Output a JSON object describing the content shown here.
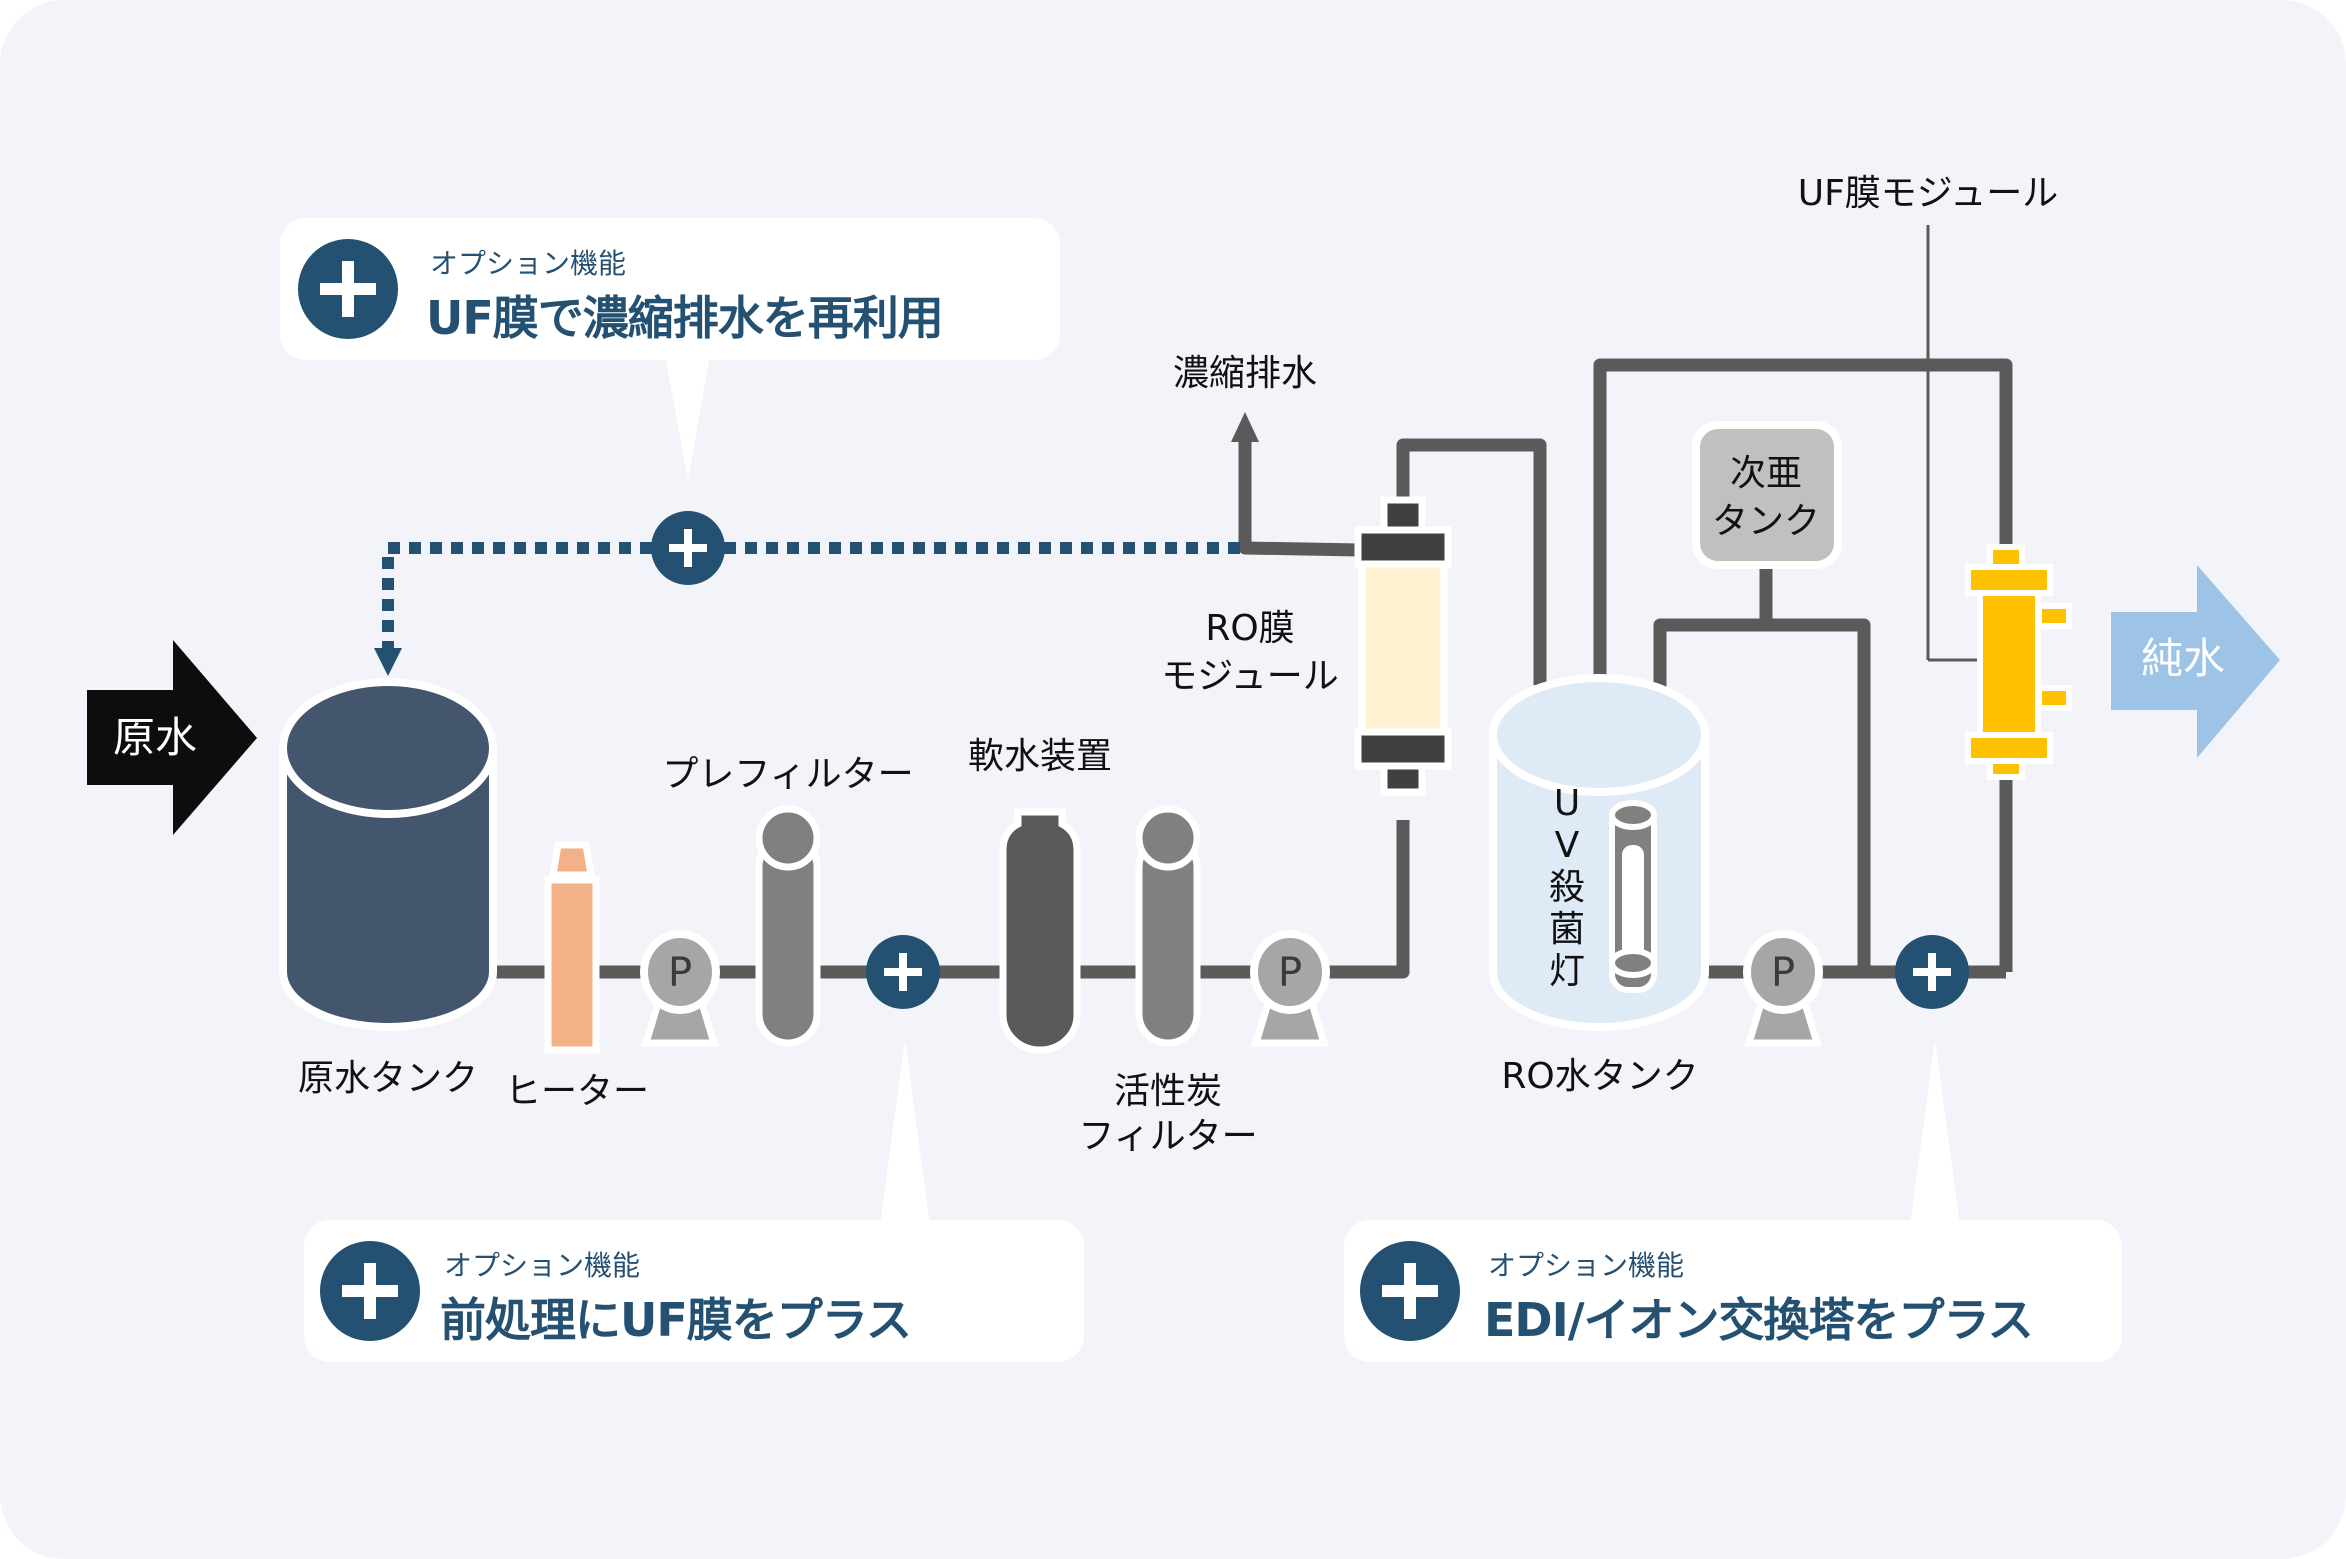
{
  "colors": {
    "background": "#f2f4f9",
    "pipe": "#5a5a5a",
    "accent_navy": "#245172",
    "raw_tank": "#44556e",
    "heater": "#f2b186",
    "filter_gray": "#808080",
    "softener": "#5a5a5a",
    "pump": "#a6a6a6",
    "ro_module_body": "#fff2d0",
    "ro_module_cap": "#404040",
    "ro_tank": "#deeaf6",
    "hypochlorite_tank": "#c0c0c0",
    "uf_module": "#ffc000",
    "pure_water_arrow": "#9dc3e6",
    "raw_water_arrow": "#0d0d0d"
  },
  "diagram": {
    "inflow": {
      "label": "原水",
      "icon": "arrow-right-icon"
    },
    "outflow": {
      "label": "純水",
      "icon": "arrow-right-icon"
    },
    "components": {
      "raw_tank": "原水タンク",
      "heater": "ヒーター",
      "prefilter": "プレフィルター",
      "softener": "軟水装置",
      "carbon_filter_line1": "活性炭",
      "carbon_filter_line2": "フィルター",
      "ro_module_line1": "RO膜",
      "ro_module_line2": "モジュール",
      "concentrate": "濃縮排水",
      "ro_tank": "RO水タンク",
      "uv_lamp": "UV殺菌灯",
      "hypochlorite_tank_line1": "次亜",
      "hypochlorite_tank_line2": "タンク",
      "uf_module": "UF膜モジュール"
    },
    "pump_label": "P"
  },
  "callouts": [
    {
      "sub": "オプション機能",
      "main": "UF膜で濃縮排水を再利用",
      "icon": "plus-icon"
    },
    {
      "sub": "オプション機能",
      "main": "前処理にUF膜をプラス",
      "icon": "plus-icon"
    },
    {
      "sub": "オプション機能",
      "main": "EDI/イオン交換塔をプラス",
      "icon": "plus-icon"
    }
  ]
}
